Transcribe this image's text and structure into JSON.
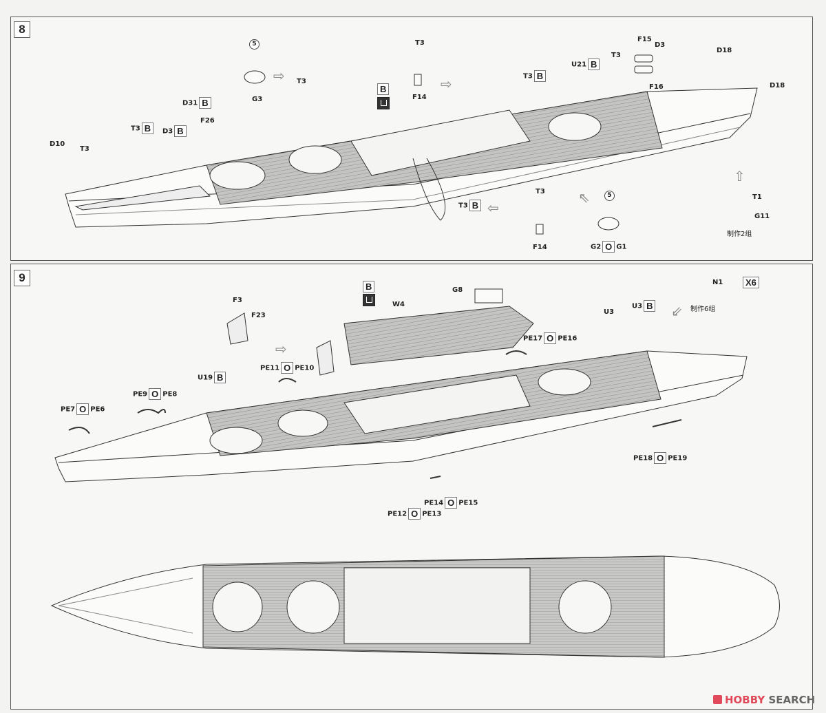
{
  "step8": {
    "number": "8",
    "labels": [
      "5",
      "G3",
      "T3",
      "B",
      "D31",
      "B",
      "T3",
      "B",
      "D3",
      "B",
      "F26",
      "D10",
      "T3",
      "T3",
      "F14",
      "T3",
      "B",
      "U21",
      "B",
      "T3",
      "F15",
      "F16",
      "D3",
      "D18",
      "D18",
      "T3",
      "B",
      "T3",
      "F14",
      "5",
      "G2",
      "O",
      "G1",
      "T1",
      "G11",
      "制作2组"
    ]
  },
  "step9": {
    "number": "9",
    "labels": [
      "B",
      "W4",
      "G8",
      "F3",
      "F23",
      "PE11",
      "O",
      "PE10",
      "U19",
      "B",
      "PE9",
      "O",
      "PE8",
      "PE7",
      "O",
      "PE6",
      "PE17",
      "O",
      "PE16",
      "U3",
      "U3",
      "B",
      "制作6组",
      "N1",
      "X6",
      "PE18",
      "O",
      "PE19",
      "PE14",
      "O",
      "PE15",
      "PE12",
      "O",
      "PE13"
    ]
  },
  "watermark": {
    "brand_a": "HOBBY",
    "brand_b": "SEARCH"
  },
  "colors": {
    "deck": "#bdbdbd",
    "line": "#333333",
    "watermark": "#e04a5a"
  }
}
